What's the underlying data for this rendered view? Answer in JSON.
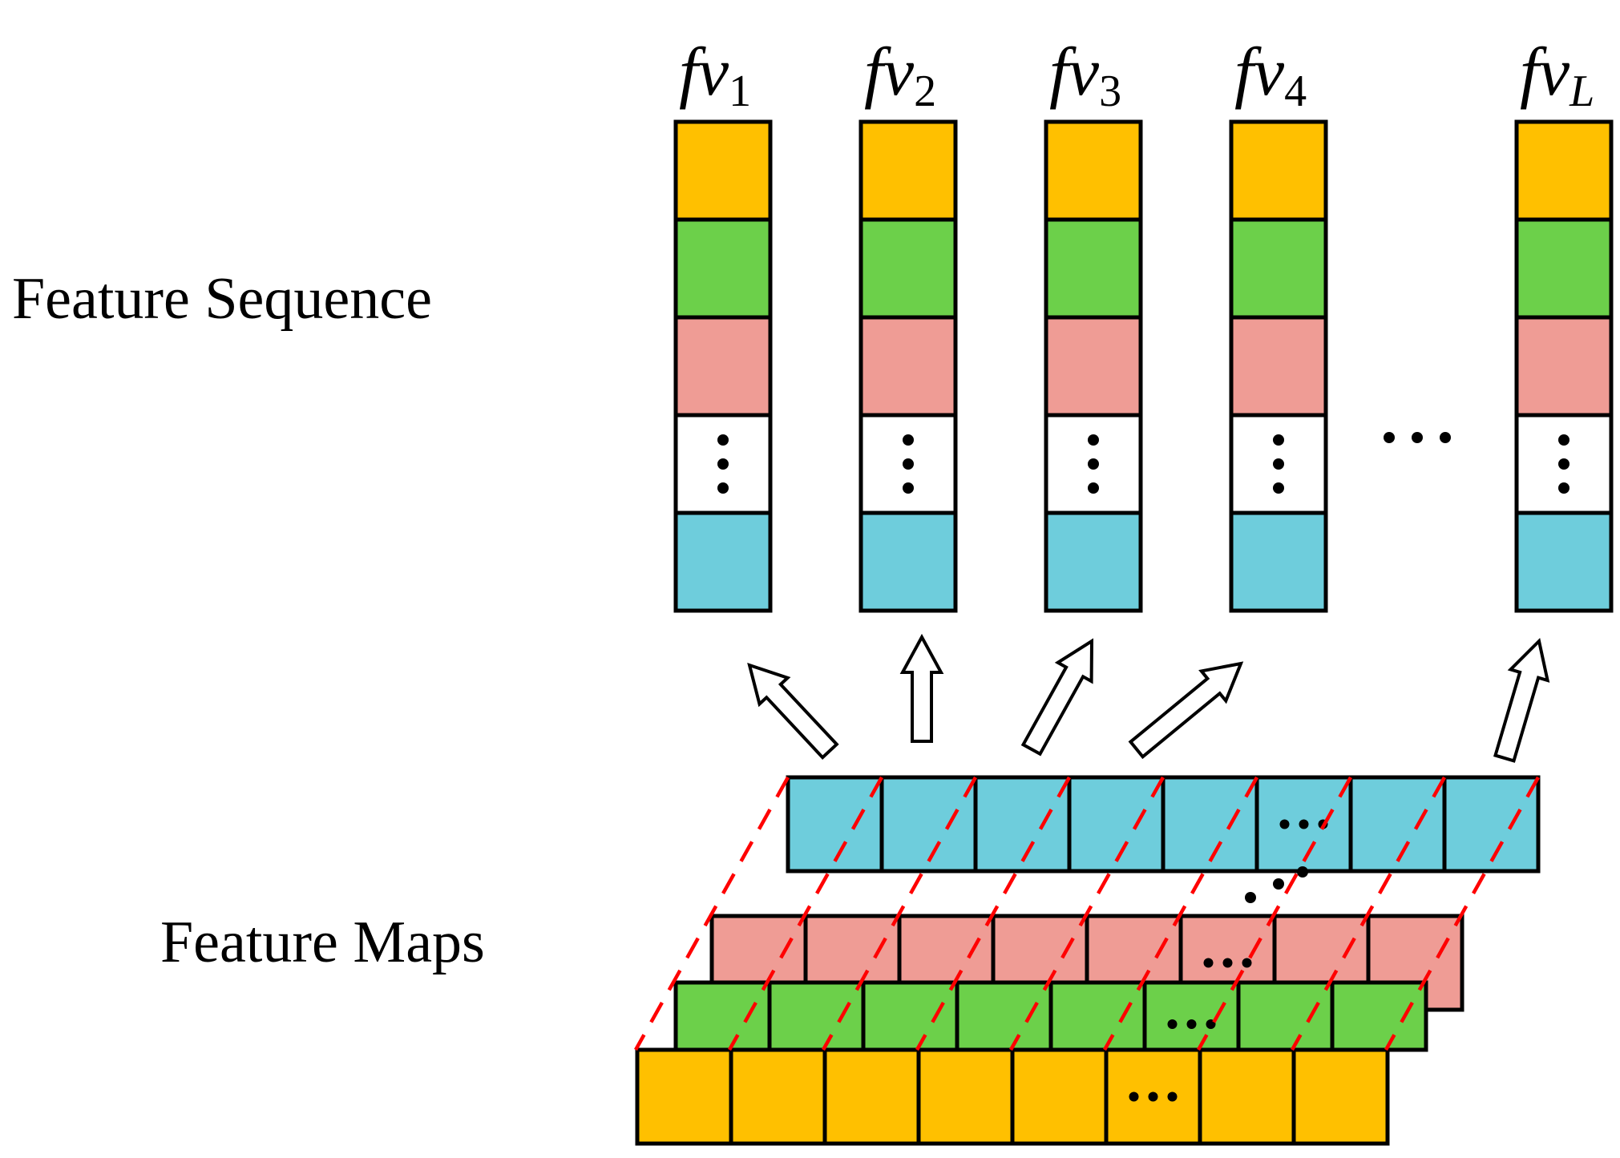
{
  "labels": {
    "feature_sequence": "Feature Sequence",
    "feature_maps": "Feature Maps"
  },
  "vectors": [
    {
      "base": "fv",
      "sub": "1"
    },
    {
      "base": "fv",
      "sub": "2"
    },
    {
      "base": "fv",
      "sub": "3"
    },
    {
      "base": "fv",
      "sub": "4"
    },
    {
      "base": "fv",
      "sub": "L"
    }
  ],
  "colors": {
    "orange": "#FFC000",
    "green": "#6CD04A",
    "pink": "#EF9C95",
    "white": "#FFFFFF",
    "blue": "#6ECDDC",
    "dashed_line": "#FF0000",
    "outline": "#000000"
  },
  "vector_cell_colors": [
    "orange",
    "green",
    "pink",
    "white",
    "blue"
  ],
  "map_layers": [
    "blue",
    "pink",
    "green",
    "orange"
  ]
}
